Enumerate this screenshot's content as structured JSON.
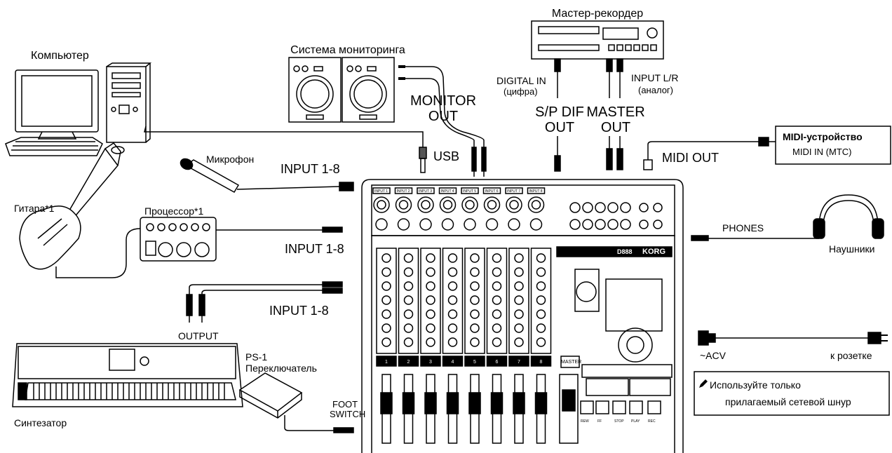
{
  "labels": {
    "computer": "Компьютер",
    "monitoring_system": "Система мониторинга",
    "master_recorder": "Мастер-рекордер",
    "digital_in": "DIGITAL IN",
    "digital_in_note": "(цифра)",
    "input_lr": "INPUT L/R",
    "input_lr_note": "(аналог)",
    "monitor_out_1": "MONITOR",
    "monitor_out_2": "OUT",
    "spdif_out_1": "S/P DIF",
    "spdif_out_2": "OUT",
    "master_out_1": "MASTER",
    "master_out_2": "OUT",
    "usb": "USB",
    "midi_out": "MIDI OUT",
    "midi_device": "MIDI-устройство",
    "midi_in_mtc": "MIDI IN (MTC)",
    "microphone": "Микрофон",
    "input_1": "INPUT 1-8",
    "input_2": "INPUT 1-8",
    "input_3": "INPUT 1-8",
    "guitar": "Гитара*1",
    "processor": "Процессор*1",
    "phones": "PHONES",
    "headphones": "Наушники",
    "acv": "~ACV",
    "to_outlet": "к розетке",
    "output": "OUTPUT",
    "synth": "Синтезатор",
    "ps1": "PS-1",
    "switch": "Переключатель",
    "foot_1": "FOOT",
    "foot_2": "SWITCH",
    "note_1": "Используйте только",
    "note_2": "прилагаемый сетевой шнур",
    "brand": "KORG",
    "model": "D888"
  },
  "mixer": {
    "channels": [
      "1",
      "2",
      "3",
      "4",
      "5",
      "6",
      "7",
      "8"
    ],
    "inputs": [
      "INPUT 1",
      "INPUT 2",
      "INPUT 3",
      "INPUT 4",
      "INPUT 5",
      "INPUT 6",
      "INPUT 7",
      "INPUT 8"
    ],
    "master_label": "MASTER",
    "transport": [
      "REW",
      "FF",
      "STOP",
      "PLAY",
      "REC"
    ]
  }
}
